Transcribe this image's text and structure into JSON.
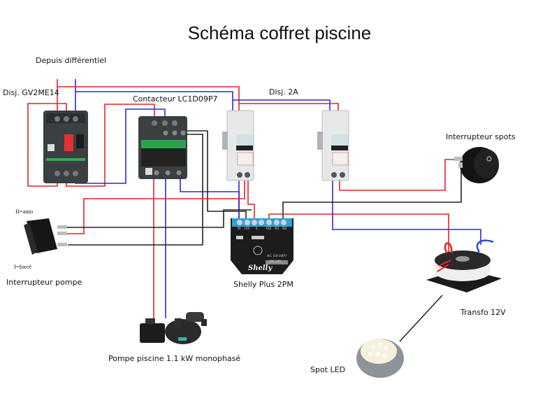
{
  "title": "Schéma coffret piscine",
  "labels": {
    "from_differential": "Depuis différentiel",
    "breaker_motor": "Disj. GV2ME14",
    "contactor": "Contacteur LC1D09P7",
    "breaker_2a": "Disj. 2A",
    "spot_switch": "Interrupteur spots",
    "pump_switch_auto": "II=auto",
    "pump_switch_forced": "I=forcé",
    "pump_switch": "Interrupteur pompe",
    "shelly": "Shelly Plus 2PM",
    "transformer": "Transfo 12V",
    "pump": "Pompe piscine 1.1 kW monophasé",
    "spot_led": "Spot LED"
  },
  "shelly_module": {
    "terminals": [
      "N",
      "O1",
      "L",
      "O2",
      "S1",
      "S2"
    ],
    "rating": "AC 110-240V",
    "dc_rating": "DC 24V",
    "brand": "Shelly"
  },
  "colors": {
    "phase": "#e8202a",
    "neutral": "#2a2ad0",
    "control": "#222222"
  }
}
